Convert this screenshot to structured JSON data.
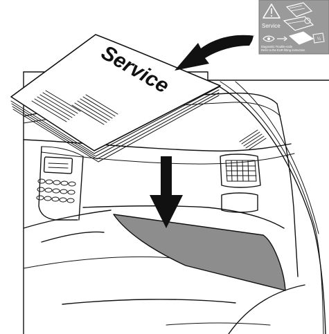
{
  "book": {
    "title": "Service"
  },
  "sticker": {
    "service_label": "Service",
    "small_line_1": "Diagnostic Trouble-code",
    "small_line_2": "Refer to the EUR fitting instruction"
  },
  "colors": {
    "glovebox_lid": "#8d8d8d",
    "sticker_bg": "#9a9a9a",
    "arrow": "#111111"
  }
}
